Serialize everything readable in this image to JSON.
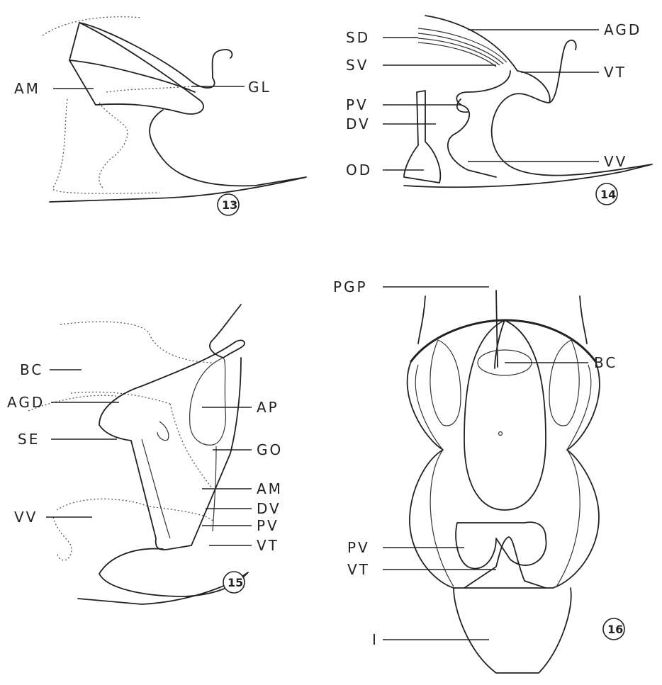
{
  "figures": [
    {
      "number": "13",
      "labels": [
        "AM",
        "GL"
      ]
    },
    {
      "number": "14",
      "labels": [
        "SD",
        "SV",
        "PV",
        "DV",
        "OD",
        "AGD",
        "VT",
        "VV"
      ]
    },
    {
      "number": "15",
      "labels": [
        "BC",
        "AGD",
        "SE",
        "VV",
        "AP",
        "GO",
        "AM",
        "DV",
        "PV",
        "VT"
      ]
    },
    {
      "number": "16",
      "labels": [
        "PGP",
        "PV",
        "VT",
        "I",
        "BC"
      ]
    }
  ]
}
